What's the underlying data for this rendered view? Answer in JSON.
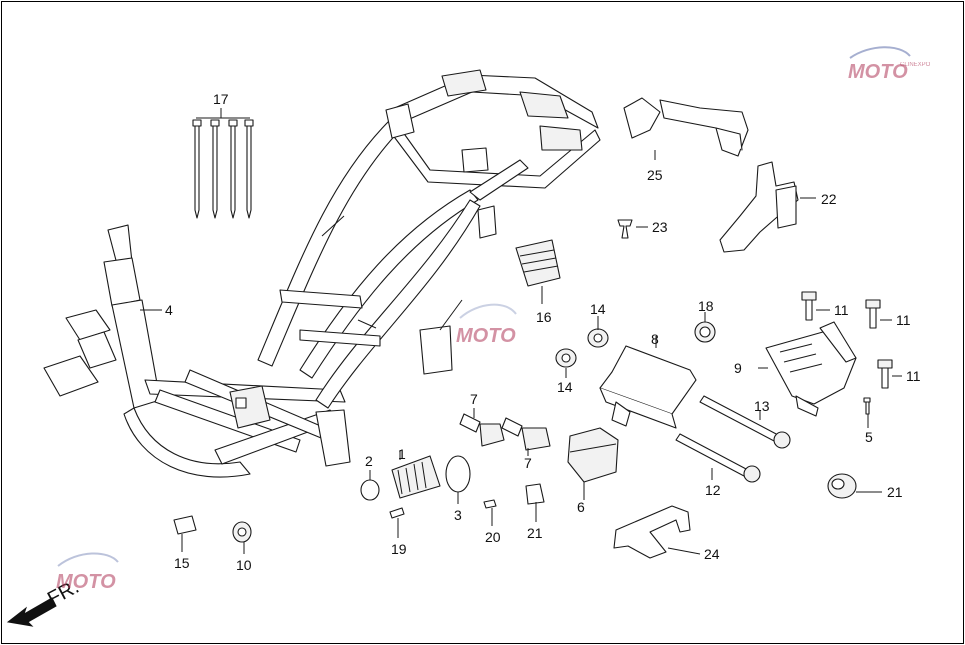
{
  "diagram": {
    "callouts": [
      "1",
      "2",
      "3",
      "4",
      "5",
      "6",
      "7",
      "7",
      "8",
      "9",
      "10",
      "11",
      "11",
      "11",
      "12",
      "13",
      "14",
      "14",
      "15",
      "16",
      "17",
      "18",
      "19",
      "20",
      "21",
      "21",
      "22",
      "23",
      "24",
      "25"
    ],
    "direction_label": "FR.",
    "watermark": {
      "text": "MOTO",
      "subtext": "CLINEXPO"
    }
  },
  "colors": {
    "line": "#1a1a1a",
    "background": "#ffffff",
    "watermark": "#b03a5a"
  }
}
